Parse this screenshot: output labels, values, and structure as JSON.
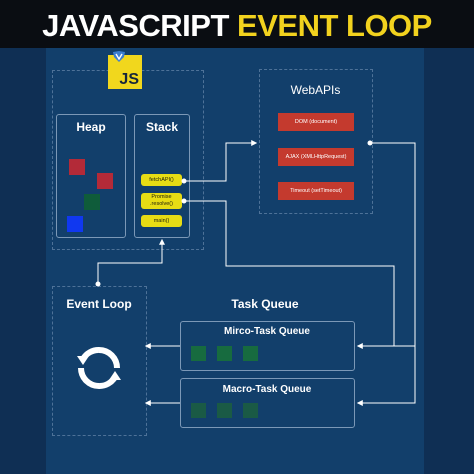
{
  "title": {
    "part1": "JAVASCRIPT",
    "part2": "EVENT LOOP"
  },
  "logo": {
    "text": "JS"
  },
  "heap": {
    "label": "Heap"
  },
  "stack": {
    "label": "Stack",
    "items": [
      "fetchAPI()",
      "Promise\n.resolve()",
      "main()"
    ]
  },
  "webapis": {
    "label": "WebAPIs",
    "items": [
      "DOM (document)",
      "AJAX (XMLHttpRequest)",
      "Timeout (setTimeout)"
    ]
  },
  "event_loop": {
    "label": "Event Loop"
  },
  "task_queue": {
    "label": "Task Queue",
    "micro": {
      "label": "Mirco-Task Queue"
    },
    "macro": {
      "label": "Macro-Task Queue"
    }
  },
  "colors": {
    "background": "#0f2f54",
    "title_accent": "#f2d21e",
    "stack_item": "#e7dc14",
    "api_item": "#c43a2e",
    "heap_red": "#b32a38",
    "heap_green": "#0f5c3a",
    "heap_blue": "#1038f0",
    "queue_green": "#176b3f"
  }
}
